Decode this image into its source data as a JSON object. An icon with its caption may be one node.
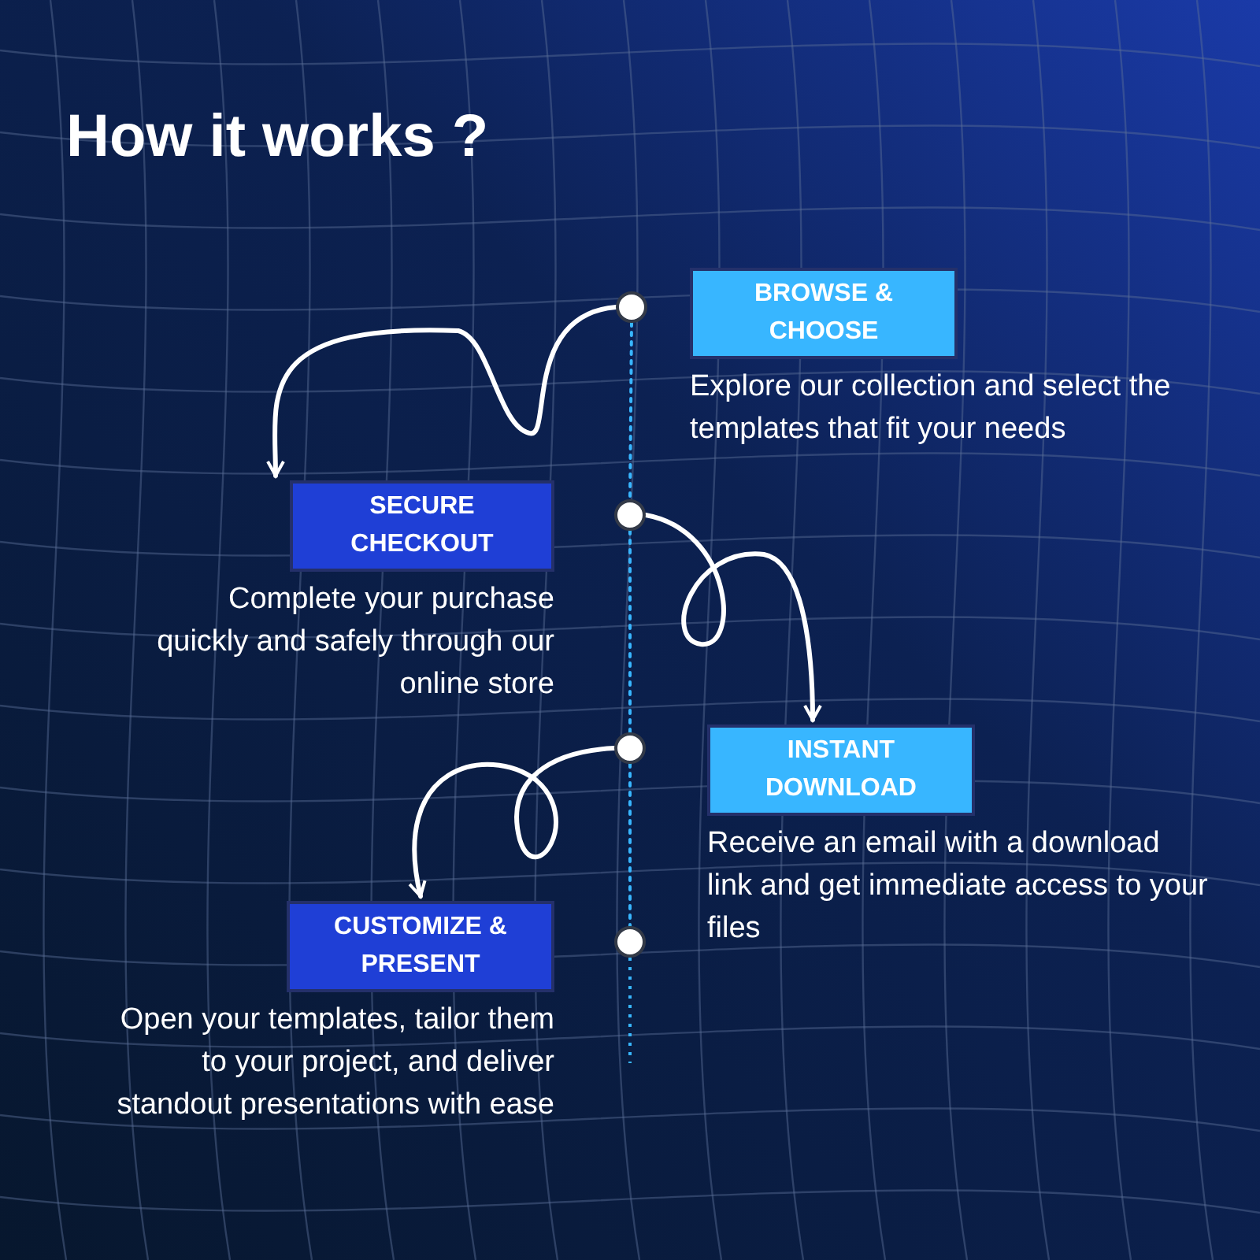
{
  "diagram": {
    "title": "How it works ?",
    "nodes": [
      {
        "text": [],
        "shape": "circle"
      },
      {
        "text": [
          "BROWSE & CHOOSE",
          "Explore our collection and select the templates that fit your needs"
        ]
      },
      {
        "text": [
          "SECURE CHECKOUT",
          "Complete your purchase quickly and safely through our online store"
        ]
      },
      {
        "text": [],
        "shape": "circle"
      },
      {
        "text": [
          "INSTANT DOWNLOAD",
          "Receive an email with a download link and get immediate access to your files"
        ]
      },
      {
        "text": [],
        "shape": "circle"
      },
      {
        "text": [
          "CUSTOMIZE & PRESENT",
          "Open your templates, tailor them to your project, and deliver standout presentations with ease"
        ]
      },
      {
        "text": [],
        "shape": "circle"
      }
    ],
    "edges": [
      {
        "from": 0,
        "to": 2,
        "arrow": "to"
      },
      {
        "from": 3,
        "to": 4,
        "arrow": "to"
      },
      {
        "from": 5,
        "to": 6,
        "arrow": "to"
      },
      {
        "from": 0,
        "to": 3,
        "arrow": "none",
        "style": "dashed",
        "color": "#38b6ff"
      },
      {
        "from": 3,
        "to": 5,
        "arrow": "none",
        "style": "dashed",
        "color": "#38b6ff"
      },
      {
        "from": 5,
        "to": 7,
        "arrow": "none",
        "style": "dashed",
        "color": "#38b6ff"
      }
    ]
  }
}
